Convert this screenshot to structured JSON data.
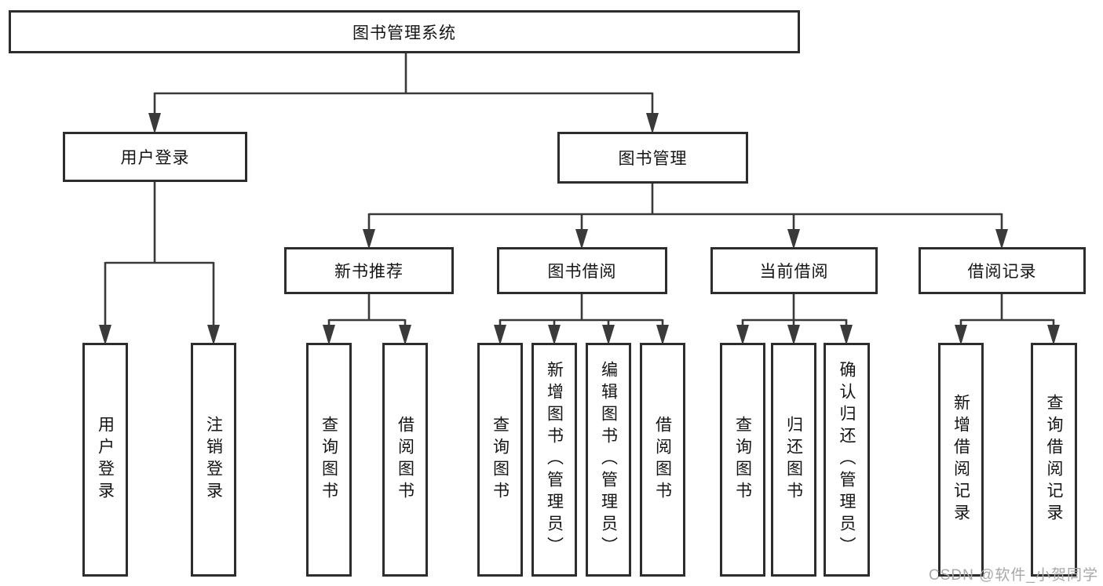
{
  "diagram": {
    "type": "function-tree",
    "root": {
      "label": "图书管理系统",
      "children": [
        {
          "label": "用户登录",
          "children": [
            {
              "label": "用户登录"
            },
            {
              "label": "注销登录"
            }
          ]
        },
        {
          "label": "图书管理",
          "children": [
            {
              "label": "新书推荐",
              "children": [
                {
                  "label": "查询图书"
                },
                {
                  "label": "借阅图书"
                }
              ]
            },
            {
              "label": "图书借阅",
              "children": [
                {
                  "label": "查询图书"
                },
                {
                  "label": "新增图书（管理员）"
                },
                {
                  "label": "编辑图书（管理员）"
                },
                {
                  "label": "借阅图书"
                }
              ]
            },
            {
              "label": "当前借阅",
              "children": [
                {
                  "label": "查询图书"
                },
                {
                  "label": "归还图书"
                },
                {
                  "label": "确认归还（管理员）"
                }
              ]
            },
            {
              "label": "借阅记录",
              "children": [
                {
                  "label": "新增借阅记录"
                },
                {
                  "label": "查询借阅记录"
                }
              ]
            }
          ]
        }
      ]
    },
    "colors": {
      "box_border": "#2d2d2d",
      "connector": "#3a3a3a",
      "text": "#141414",
      "background": "#ffffff",
      "watermark_text_color": "#a8a8a8"
    }
  },
  "watermark": "CSDN @软件_小贺同学"
}
